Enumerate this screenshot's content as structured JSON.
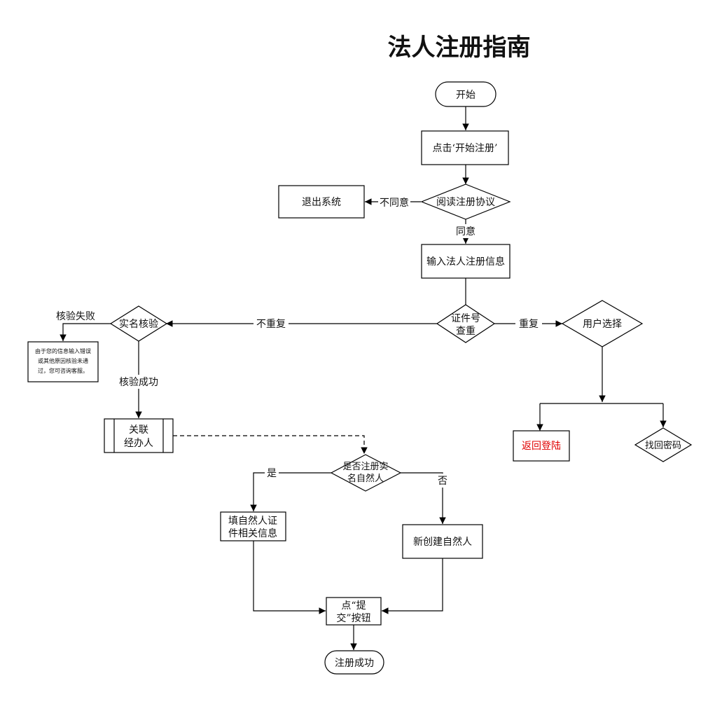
{
  "title": "法人注册指南",
  "colors": {
    "warning_text": "#e00000",
    "line": "#000000"
  },
  "nodes": {
    "start": "开始",
    "click_register": "点击‘开始注册’",
    "read_agreement": "阅读注册协议",
    "exit_system": "退出系统",
    "input_info": "输入法人注册信息",
    "id_check_l1": "证件号",
    "id_check_l2": "查重",
    "user_choice": "用户选择",
    "return_login": "返回登陆",
    "find_password": "找回密码",
    "realname_verify": "实名核验",
    "fail_msg_l1": "由于您的信息输入错误",
    "fail_msg_l2": "或其他原因核验未通",
    "fail_msg_l3": "过，您可咨询客服。",
    "link_agent_l1": "关联",
    "link_agent_l2": "经办人",
    "is_registered_l1": "是否注册实",
    "is_registered_l2": "名自然人",
    "fill_info_l1": "填自然人证",
    "fill_info_l2": "件相关信息",
    "create_person": "新创建自然人",
    "submit_l1": "点“提",
    "submit_l2": "交”按钮",
    "success": "注册成功"
  },
  "edges": {
    "disagree": "不同意",
    "agree": "同意",
    "not_duplicate": "不重复",
    "duplicate": "重复",
    "verify_fail": "核验失败",
    "verify_success": "核验成功",
    "yes": "是",
    "no": "否"
  }
}
